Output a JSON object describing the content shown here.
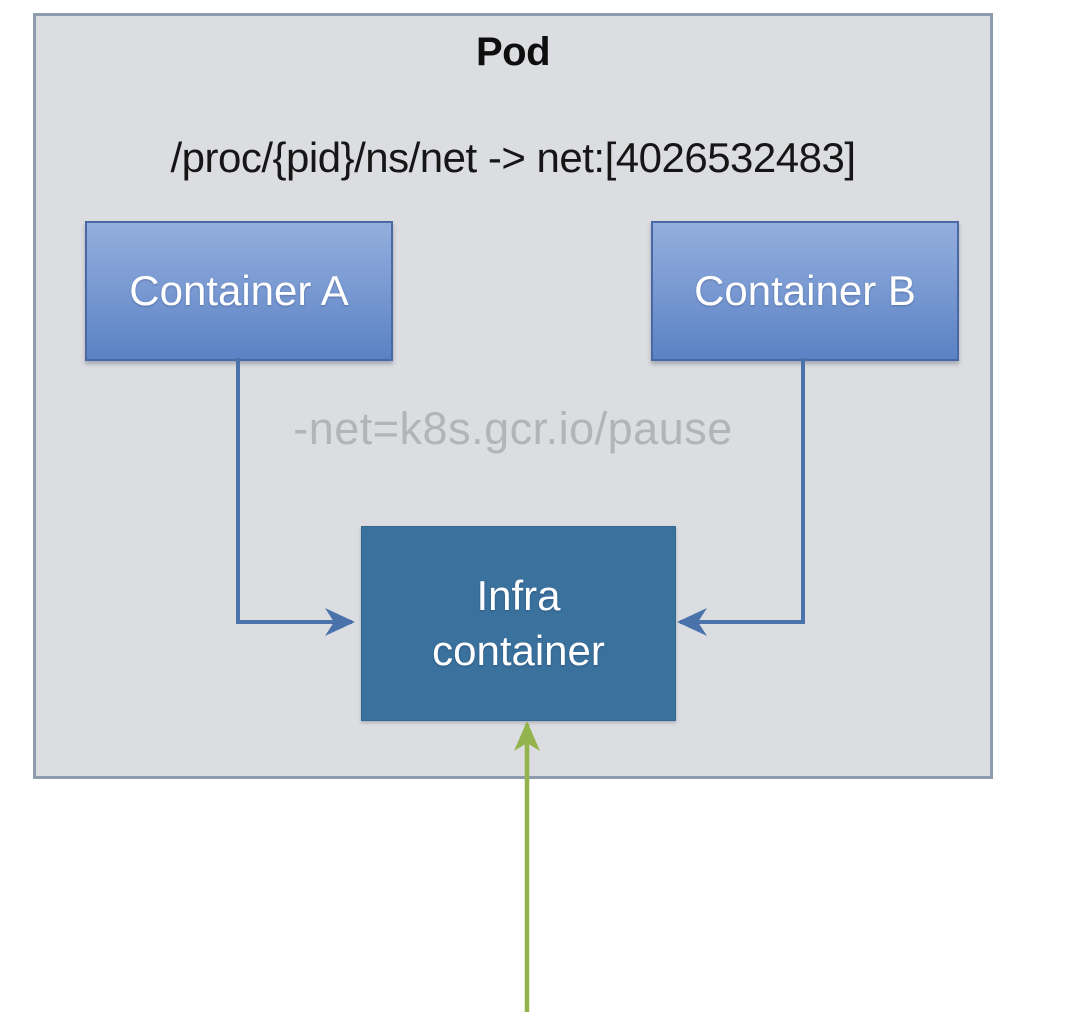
{
  "diagram": {
    "pod": {
      "title": "Pod",
      "ns_mapping": "/proc/{pid}/ns/net -> net:[4026532483]",
      "pause_flag": "-net=k8s.gcr.io/pause"
    },
    "nodes": {
      "container_a": {
        "label": "Container A"
      },
      "container_b": {
        "label": "Container B"
      },
      "infra": {
        "line1": "Infra",
        "line2": "container"
      }
    },
    "connectors": [
      {
        "name": "container-a-to-infra",
        "style": "elbow",
        "color": "#4a73ac"
      },
      {
        "name": "container-b-to-infra",
        "style": "elbow",
        "color": "#4a73ac"
      },
      {
        "name": "external-to-infra",
        "style": "straight-up",
        "color": "#93b44c"
      }
    ],
    "colors": {
      "pod_fill": "#dcdde0",
      "pod_border": "#8f9cae",
      "container_fill_top": "#93aedd",
      "container_fill_bottom": "#5a82c4",
      "container_border": "#4a69a4",
      "infra_fill": "#3a719d",
      "arrow_blue": "#4a73ac",
      "arrow_green": "#93b44c",
      "pause_text_color": "#b3b4b6",
      "title_color": "#0e0e0e"
    }
  }
}
